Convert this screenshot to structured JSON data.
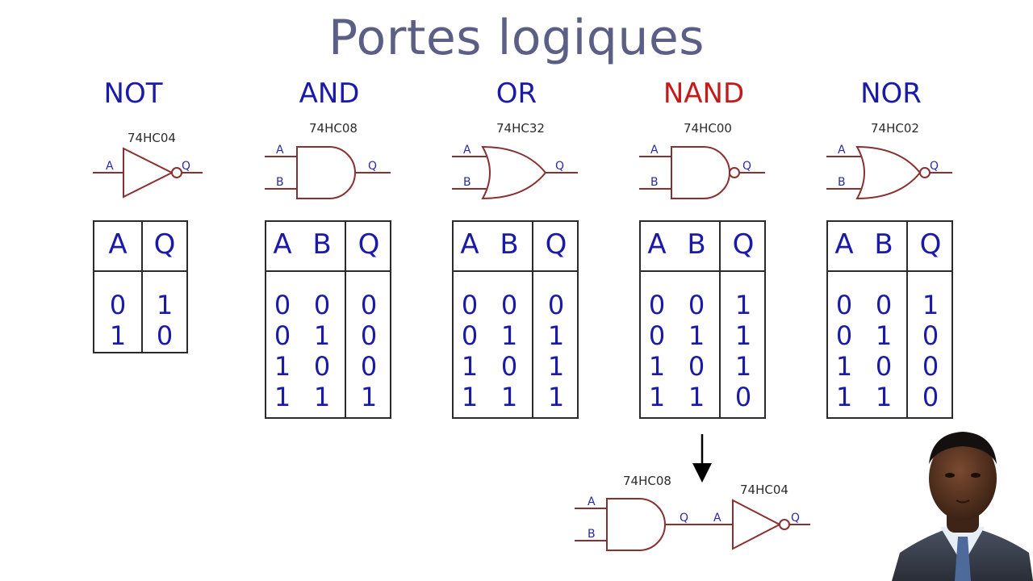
{
  "title": "Portes logiques",
  "gates": [
    {
      "name": "NOT",
      "chip": "74HC04",
      "type": "not",
      "highlight": false,
      "headers": [
        "A",
        "Q"
      ],
      "rows": [
        [
          "0",
          "1"
        ],
        [
          "1",
          "0"
        ]
      ]
    },
    {
      "name": "AND",
      "chip": "74HC08",
      "type": "and",
      "highlight": false,
      "headers": [
        "A",
        "B",
        "Q"
      ],
      "rows": [
        [
          "0",
          "0",
          "0"
        ],
        [
          "0",
          "1",
          "0"
        ],
        [
          "1",
          "0",
          "0"
        ],
        [
          "1",
          "1",
          "1"
        ]
      ]
    },
    {
      "name": "OR",
      "chip": "74HC32",
      "type": "or",
      "highlight": false,
      "headers": [
        "A",
        "B",
        "Q"
      ],
      "rows": [
        [
          "0",
          "0",
          "0"
        ],
        [
          "0",
          "1",
          "1"
        ],
        [
          "1",
          "0",
          "1"
        ],
        [
          "1",
          "1",
          "1"
        ]
      ]
    },
    {
      "name": "NAND",
      "chip": "74HC00",
      "type": "nand",
      "highlight": true,
      "headers": [
        "A",
        "B",
        "Q"
      ],
      "rows": [
        [
          "0",
          "0",
          "1"
        ],
        [
          "0",
          "1",
          "1"
        ],
        [
          "1",
          "0",
          "1"
        ],
        [
          "1",
          "1",
          "0"
        ]
      ]
    },
    {
      "name": "NOR",
      "chip": "74HC02",
      "type": "nor",
      "highlight": false,
      "headers": [
        "A",
        "B",
        "Q"
      ],
      "rows": [
        [
          "0",
          "0",
          "1"
        ],
        [
          "0",
          "1",
          "0"
        ],
        [
          "1",
          "0",
          "0"
        ],
        [
          "1",
          "1",
          "0"
        ]
      ]
    }
  ],
  "pin_labels": {
    "a": "A",
    "b": "B",
    "q": "Q"
  },
  "combo": {
    "chip1": "74HC08",
    "chip2": "74HC04"
  },
  "colors": {
    "title": "#5b5f86",
    "gate_name": "#1a1aa8",
    "gate_name_highlight": "#c41a1a",
    "table_text": "#1a1aa8",
    "gate_stroke": "#8a3030",
    "pin_label": "#2a2aa0"
  },
  "icons": {
    "photo": "presenter-photo",
    "arrow": "arrow-down-icon"
  }
}
